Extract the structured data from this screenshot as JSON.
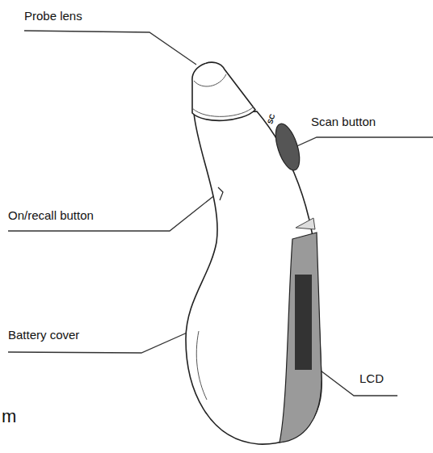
{
  "diagram": {
    "labels": [
      "Probe lens",
      "Scan button",
      "On/recall button",
      "Battery cover",
      "LCD",
      "SC",
      "m"
    ]
  }
}
